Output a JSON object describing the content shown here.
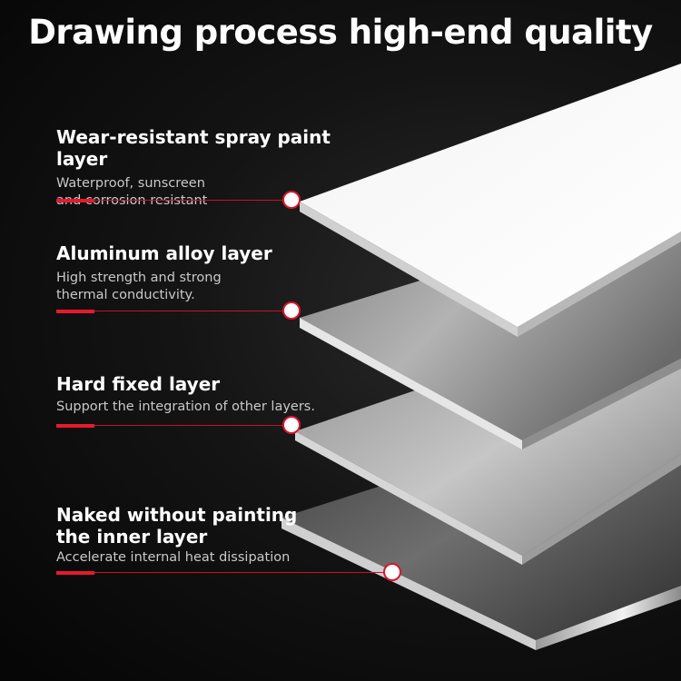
{
  "title": "Drawing process high-end quality",
  "layers": [
    {
      "heading": "Wear-resistant spray paint layer",
      "description": [
        "Waterproof, sunscreen",
        "and corrosion resistant"
      ]
    },
    {
      "heading": "Aluminum alloy layer",
      "description": [
        "High strength and strong",
        "thermal conductivity."
      ]
    },
    {
      "heading": "Hard fixed layer",
      "description": [
        "Support the integration of other layers."
      ]
    },
    {
      "heading": "Naked without painting the inner layer",
      "heading_lines": [
        "Naked without painting",
        "the inner layer"
      ],
      "description": [
        "Accelerate internal heat dissipation"
      ]
    }
  ],
  "colors": {
    "accent": "#e8192c",
    "background": "#0a0a0a"
  }
}
